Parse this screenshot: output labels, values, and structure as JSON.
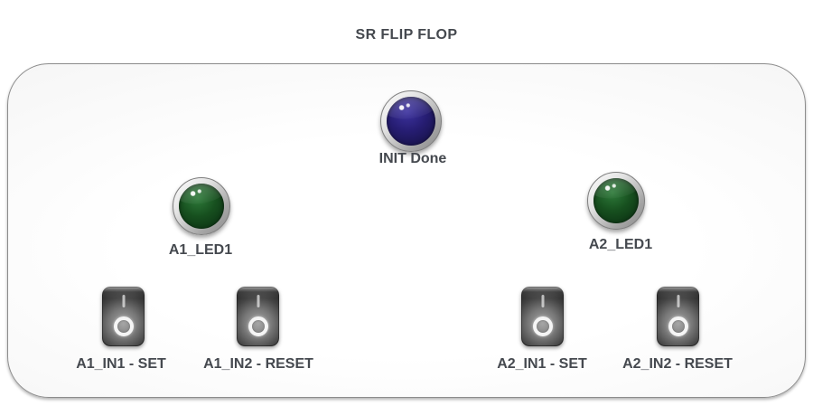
{
  "title": "SR FLIP FLOP",
  "leds": {
    "init": {
      "label": "INIT Done",
      "color": "blue",
      "state": "on"
    },
    "a1": {
      "label": "A1_LED1",
      "color": "green",
      "state": "on"
    },
    "a2": {
      "label": "A2_LED1",
      "color": "green",
      "state": "on"
    }
  },
  "switches": {
    "a1_in1": {
      "label": "A1_IN1 - SET",
      "state": "off"
    },
    "a1_in2": {
      "label": "A1_IN2 - RESET",
      "state": "off"
    },
    "a2_in1": {
      "label": "A2_IN1 - SET",
      "state": "off"
    },
    "a2_in2": {
      "label": "A2_IN2 - RESET",
      "state": "off"
    }
  },
  "colors": {
    "label_text": "#45494f",
    "panel_border": "#8c8c8c",
    "led_blue_bright": "#3d33a0",
    "led_blue_dark": "#14103f",
    "led_green_bright": "#2e7a3a",
    "led_green_dark": "#0a2c11",
    "switch_body_light": "#a6a6a6",
    "switch_body_dark": "#242424",
    "switch_marker": "#f5f5f5"
  }
}
